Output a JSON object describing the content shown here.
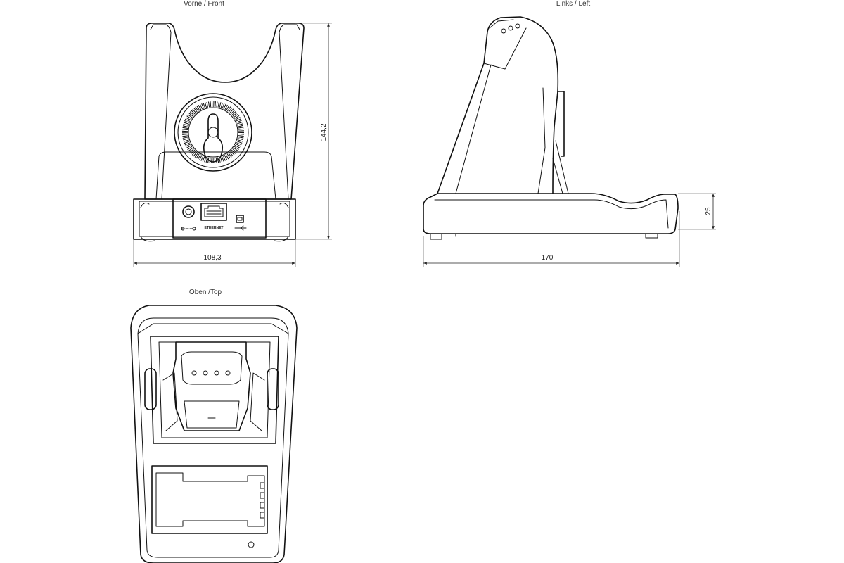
{
  "views": {
    "front": {
      "title": "Vorne / Front",
      "width_dim": "108,3",
      "height_dim": "144,2"
    },
    "left": {
      "title": "Links / Left",
      "length_dim": "170",
      "base_height_dim": "25"
    },
    "top": {
      "title": "Oben /Top"
    }
  },
  "ports": {
    "ethernet_label": "ETHERNET"
  },
  "colors": {
    "line": "#111111",
    "background": "#ffffff"
  }
}
